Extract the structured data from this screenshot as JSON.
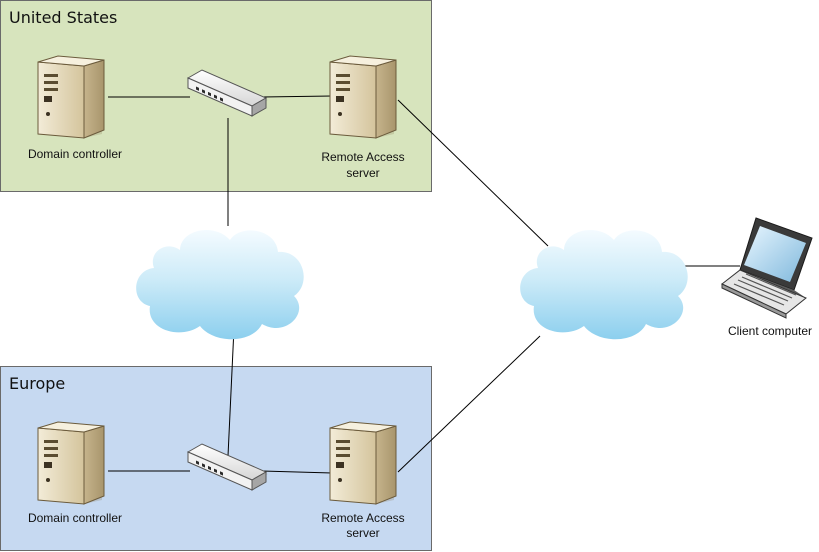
{
  "regions": {
    "us": {
      "title": "United States",
      "color": "#d7e4bd",
      "border": "#6a6a6a"
    },
    "europe": {
      "title": "Europe",
      "color": "#c6d9f1",
      "border": "#6a6a6a"
    }
  },
  "nodes": {
    "us_dc": {
      "line1": "Domain controller"
    },
    "us_ras": {
      "line1": "Remote Access",
      "line2": "server"
    },
    "eu_dc": {
      "line1": "Domain controller"
    },
    "eu_ras": {
      "line1": "Remote Access",
      "line2": "server"
    },
    "client": {
      "line1": "Client computer"
    }
  },
  "icons": {
    "server": "server-tower-icon",
    "switch": "network-switch-icon",
    "cloud": "network-cloud-icon",
    "laptop": "laptop-icon"
  },
  "colors": {
    "server_body": "#e0d4b4",
    "server_side": "#b8a680",
    "cloud_top": "#e8f6fc",
    "cloud_bottom": "#8fd0ee",
    "switch_body": "#e8e8e8"
  }
}
